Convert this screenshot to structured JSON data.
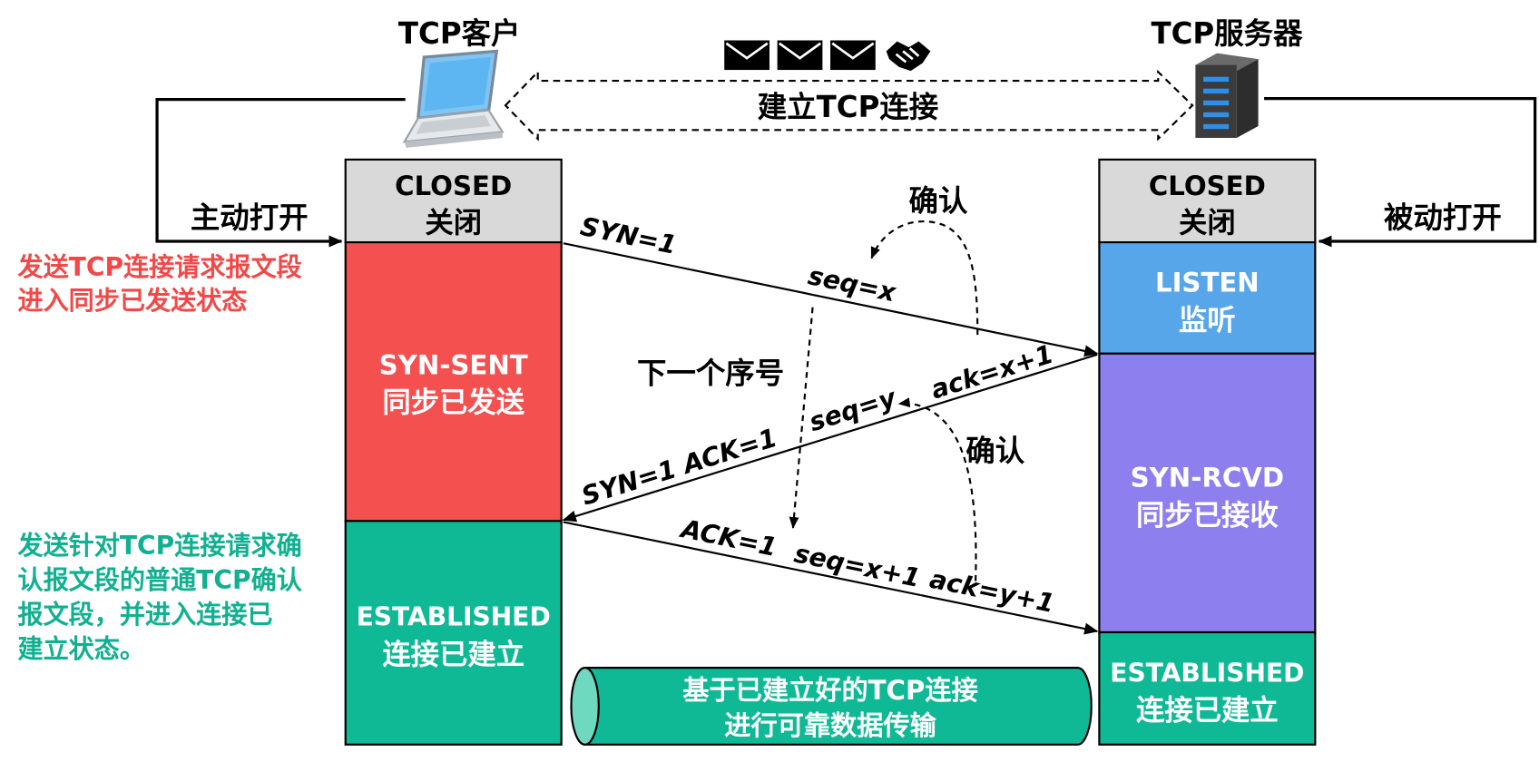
{
  "header": {
    "client_title": "TCP客户",
    "server_title": "TCP服务器",
    "connection_label": "建立TCP连接"
  },
  "sides": {
    "active_open": "主动打开",
    "passive_open": "被动打开"
  },
  "client_states": {
    "closed_en": "CLOSED",
    "closed_cn": "关闭",
    "synsent_en": "SYN-SENT",
    "synsent_cn": "同步已发送",
    "established_en": "ESTABLISHED",
    "established_cn": "连接已建立"
  },
  "server_states": {
    "closed_en": "CLOSED",
    "closed_cn": "关闭",
    "listen_en": "LISTEN",
    "listen_cn": "监听",
    "synrcvd_en": "SYN-RCVD",
    "synrcvd_cn": "同步已接收",
    "established_en": "ESTABLISHED",
    "established_cn": "连接已建立"
  },
  "notes": {
    "red_line1": "发送TCP连接请求报文段",
    "red_line2": "进入同步已发送状态",
    "green_line1": "发送针对TCP连接请求确",
    "green_line2": "认报文段的普通TCP确认",
    "green_line3": "报文段，并进入连接已",
    "green_line4": "建立状态。"
  },
  "segments": {
    "m1_flags": "SYN=1",
    "m1_seq": "seq=x",
    "m2_flags": "SYN=1  ACK=1",
    "m2_seq": "seq=y",
    "m2_ack": "ack=x+1",
    "m3_flags": "ACK=1",
    "m3_seq": "seq=x+1",
    "m3_ack": "ack=y+1"
  },
  "annotations": {
    "confirm_top": "确认",
    "confirm_bottom": "确认",
    "next_seq": "下一个序号"
  },
  "pipe": {
    "line1": "基于已建立好的TCP连接",
    "line2": "进行可靠数据传输"
  },
  "colors": {
    "closed": "#d9d9d9",
    "synsent": "#f45050",
    "listen": "#58a6ea",
    "synrcvd": "#8e7fee",
    "established": "#10b995",
    "red_note": "#f24848",
    "green_note": "#10b090"
  }
}
